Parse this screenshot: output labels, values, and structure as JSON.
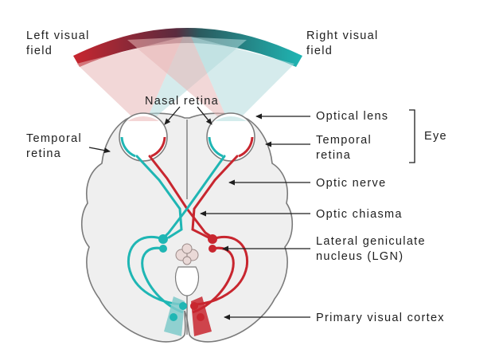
{
  "colors": {
    "left_pathway": "#1fb6b4",
    "right_pathway": "#c8262f",
    "left_field_cone": "#b2dbdc",
    "right_field_cone": "#e8b6b6",
    "brain_fill": "#efefef",
    "brain_outline": "#7a7a7a",
    "label_text": "#1e1e1e"
  },
  "icons": {
    "visual_field_arc": "gradient-arc",
    "eye": "eyeball-icon",
    "pointer": "arrow-left-icon"
  },
  "labels": {
    "left_visual_field": [
      "Left visual",
      "field"
    ],
    "right_visual_field": [
      "Right visual",
      "field"
    ],
    "nasal_retina": "Nasal retina",
    "temporal_retina_left": [
      "Temporal",
      "retina"
    ],
    "optical_lens": "Optical lens",
    "temporal_retina_right": [
      "Temporal",
      "retina"
    ],
    "eye": "Eye",
    "optic_nerve": "Optic nerve",
    "optic_chiasma": "Optic chiasma",
    "lgn": [
      "Lateral geniculate",
      "nucleus (LGN)"
    ],
    "primary_visual_cortex": "Primary visual cortex"
  }
}
